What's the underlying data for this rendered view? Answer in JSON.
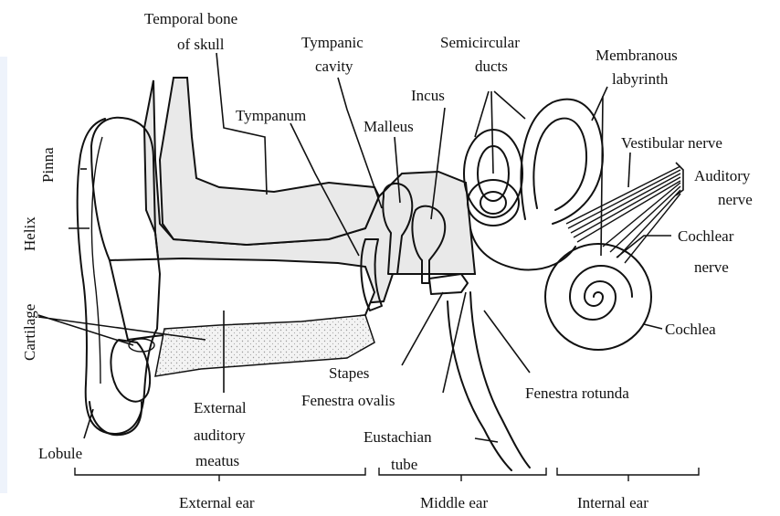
{
  "labels": {
    "temporal_bone_line1": "Temporal bone",
    "temporal_bone_line2": "of skull",
    "tympanic_cavity_line1": "Tympanic",
    "tympanic_cavity_line2": "cavity",
    "semicircular_ducts_line1": "Semicircular",
    "semicircular_ducts_line2": "ducts",
    "membranous_labyrinth_line1": "Membranous",
    "membranous_labyrinth_line2": "labyrinth",
    "incus": "Incus",
    "tympanum": "Tympanum",
    "malleus": "Malleus",
    "vestibular_nerve": "Vestibular nerve",
    "auditory_nerve_line1": "Auditory",
    "auditory_nerve_line2": "nerve",
    "cochlear_nerve_line1": "Cochlear",
    "cochlear_nerve_line2": "nerve",
    "cochlea": "Cochlea",
    "pinna": "Pinna",
    "helix": "Helix",
    "cartilage": "Cartilage",
    "stapes": "Stapes",
    "fenestra_ovalis": "Fenestra ovalis",
    "fenestra_rotunda": "Fenestra rotunda",
    "external_auditory_meatus_line1": "External",
    "external_auditory_meatus_line2": "auditory",
    "external_auditory_meatus_line3": "meatus",
    "eustachian_tube_line1": "Eustachian",
    "eustachian_tube_line2": "tube",
    "lobule": "Lobule"
  },
  "regions": {
    "external_ear": "External ear",
    "middle_ear": "Middle ear",
    "internal_ear": "Internal ear"
  },
  "colors": {
    "ink": "#111111",
    "stipple": "#e9e9e9",
    "side_panel": "#eef3fb"
  }
}
